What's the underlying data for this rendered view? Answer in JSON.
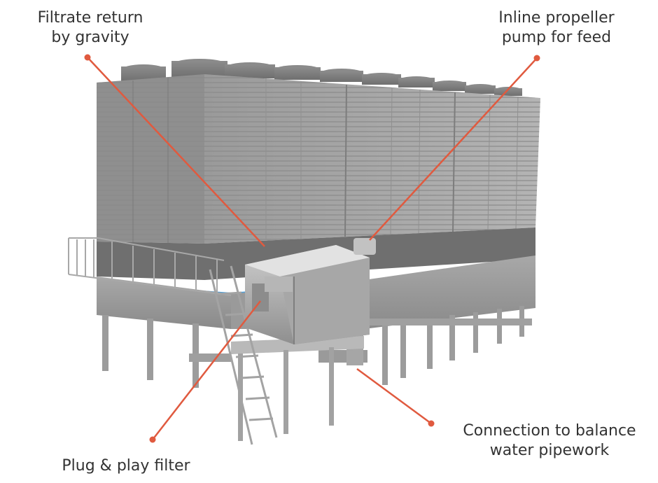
{
  "accent_color": "#e05a3f",
  "callouts": {
    "filtrate": {
      "line1": "Filtrate return",
      "line2": "by gravity"
    },
    "pump": {
      "line1": "Inline propeller",
      "line2": "pump for feed"
    },
    "balance": {
      "line1": "Connection to balance",
      "line2": "water pipework"
    },
    "filter": {
      "line1": "Plug & play filter"
    }
  }
}
